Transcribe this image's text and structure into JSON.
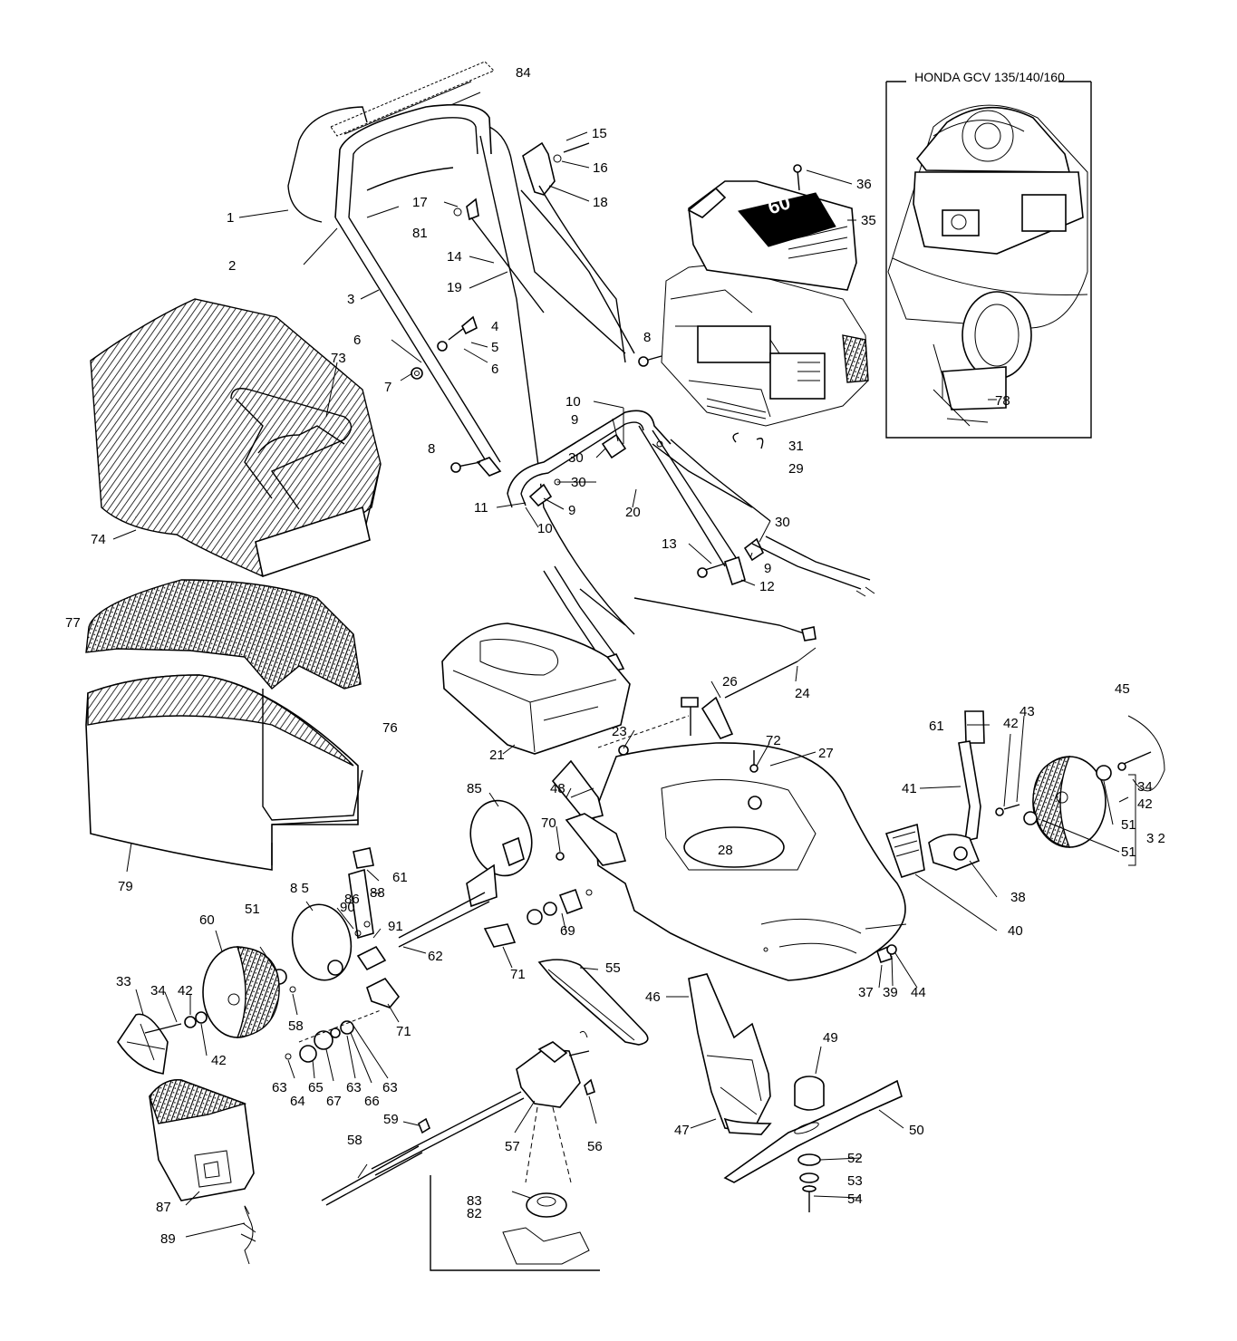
{
  "inset_title": "HONDA GCV 135/140/160",
  "engine_badge": "60",
  "labels": [
    {
      "id": "p84",
      "text": "84"
    },
    {
      "id": "p15",
      "text": "15"
    },
    {
      "id": "p16",
      "text": "16"
    },
    {
      "id": "p18",
      "text": "18"
    },
    {
      "id": "p36",
      "text": "36"
    },
    {
      "id": "p35",
      "text": "35"
    },
    {
      "id": "p1",
      "text": "1"
    },
    {
      "id": "p17",
      "text": "17"
    },
    {
      "id": "p81",
      "text": "81"
    },
    {
      "id": "p2",
      "text": "2"
    },
    {
      "id": "p14",
      "text": "14"
    },
    {
      "id": "p19",
      "text": "19"
    },
    {
      "id": "p3",
      "text": "3"
    },
    {
      "id": "p4",
      "text": "4"
    },
    {
      "id": "p5",
      "text": "5"
    },
    {
      "id": "p6a",
      "text": "6"
    },
    {
      "id": "p6b",
      "text": "6"
    },
    {
      "id": "p73",
      "text": "73"
    },
    {
      "id": "p7",
      "text": "7"
    },
    {
      "id": "p8a",
      "text": "8"
    },
    {
      "id": "p8b",
      "text": "8"
    },
    {
      "id": "p78",
      "text": "78"
    },
    {
      "id": "p10a",
      "text": "10"
    },
    {
      "id": "p9a",
      "text": "9"
    },
    {
      "id": "p30a",
      "text": "30"
    },
    {
      "id": "p31",
      "text": "31"
    },
    {
      "id": "p29",
      "text": "29"
    },
    {
      "id": "p30b",
      "text": "30"
    },
    {
      "id": "p11",
      "text": "11"
    },
    {
      "id": "p10b",
      "text": "10"
    },
    {
      "id": "p9b",
      "text": "9"
    },
    {
      "id": "p20",
      "text": "20"
    },
    {
      "id": "p30c",
      "text": "30"
    },
    {
      "id": "p74",
      "text": "74"
    },
    {
      "id": "p13",
      "text": "13"
    },
    {
      "id": "p9c",
      "text": "9"
    },
    {
      "id": "p12",
      "text": "12"
    },
    {
      "id": "p77",
      "text": "77"
    },
    {
      "id": "p26",
      "text": "26"
    },
    {
      "id": "p24",
      "text": "24"
    },
    {
      "id": "p45",
      "text": "45"
    },
    {
      "id": "p76",
      "text": "76"
    },
    {
      "id": "p61a",
      "text": "61"
    },
    {
      "id": "p42a",
      "text": "42"
    },
    {
      "id": "p43",
      "text": "43"
    },
    {
      "id": "p23",
      "text": "23"
    },
    {
      "id": "p72",
      "text": "72"
    },
    {
      "id": "p27",
      "text": "27"
    },
    {
      "id": "p21",
      "text": "21"
    },
    {
      "id": "p34a",
      "text": "34"
    },
    {
      "id": "p42b",
      "text": "42"
    },
    {
      "id": "p41",
      "text": "41"
    },
    {
      "id": "p85a",
      "text": "85"
    },
    {
      "id": "p48",
      "text": "48"
    },
    {
      "id": "p51a",
      "text": "51"
    },
    {
      "id": "p32",
      "text": "3 2"
    },
    {
      "id": "p70",
      "text": "70"
    },
    {
      "id": "p28",
      "text": "28"
    },
    {
      "id": "p51b",
      "text": "51"
    },
    {
      "id": "p79",
      "text": "79"
    },
    {
      "id": "p61b",
      "text": "61"
    },
    {
      "id": "p85b",
      "text": "8 5"
    },
    {
      "id": "p86",
      "text": "86"
    },
    {
      "id": "p88",
      "text": "88"
    },
    {
      "id": "p38",
      "text": "38"
    },
    {
      "id": "p51c",
      "text": "51"
    },
    {
      "id": "p90",
      "text": "90"
    },
    {
      "id": "p60",
      "text": "60"
    },
    {
      "id": "p91",
      "text": "91"
    },
    {
      "id": "p69",
      "text": "69"
    },
    {
      "id": "p40",
      "text": "40"
    },
    {
      "id": "p62",
      "text": "62"
    },
    {
      "id": "p71a",
      "text": "71"
    },
    {
      "id": "p55",
      "text": "55"
    },
    {
      "id": "p33",
      "text": "33"
    },
    {
      "id": "p34b",
      "text": "34"
    },
    {
      "id": "p42c",
      "text": "42"
    },
    {
      "id": "p37",
      "text": "37"
    },
    {
      "id": "p39",
      "text": "39"
    },
    {
      "id": "p44",
      "text": "44"
    },
    {
      "id": "p58a",
      "text": "58"
    },
    {
      "id": "p71b",
      "text": "71"
    },
    {
      "id": "p46",
      "text": "46"
    },
    {
      "id": "p42d",
      "text": "42"
    },
    {
      "id": "p49",
      "text": "49"
    },
    {
      "id": "p63a",
      "text": "63"
    },
    {
      "id": "p64",
      "text": "64"
    },
    {
      "id": "p65",
      "text": "65"
    },
    {
      "id": "p67",
      "text": "67"
    },
    {
      "id": "p63b",
      "text": "63"
    },
    {
      "id": "p66",
      "text": "66"
    },
    {
      "id": "p63c",
      "text": "63"
    },
    {
      "id": "p50",
      "text": "50"
    },
    {
      "id": "p59",
      "text": "59"
    },
    {
      "id": "p57",
      "text": "57"
    },
    {
      "id": "p56",
      "text": "56"
    },
    {
      "id": "p47",
      "text": "47"
    },
    {
      "id": "p58b",
      "text": "58"
    },
    {
      "id": "p52",
      "text": "52"
    },
    {
      "id": "p53",
      "text": "53"
    },
    {
      "id": "p54",
      "text": "54"
    },
    {
      "id": "p83",
      "text": "83"
    },
    {
      "id": "p82",
      "text": "82"
    },
    {
      "id": "p87",
      "text": "87"
    },
    {
      "id": "p89",
      "text": "89"
    }
  ]
}
